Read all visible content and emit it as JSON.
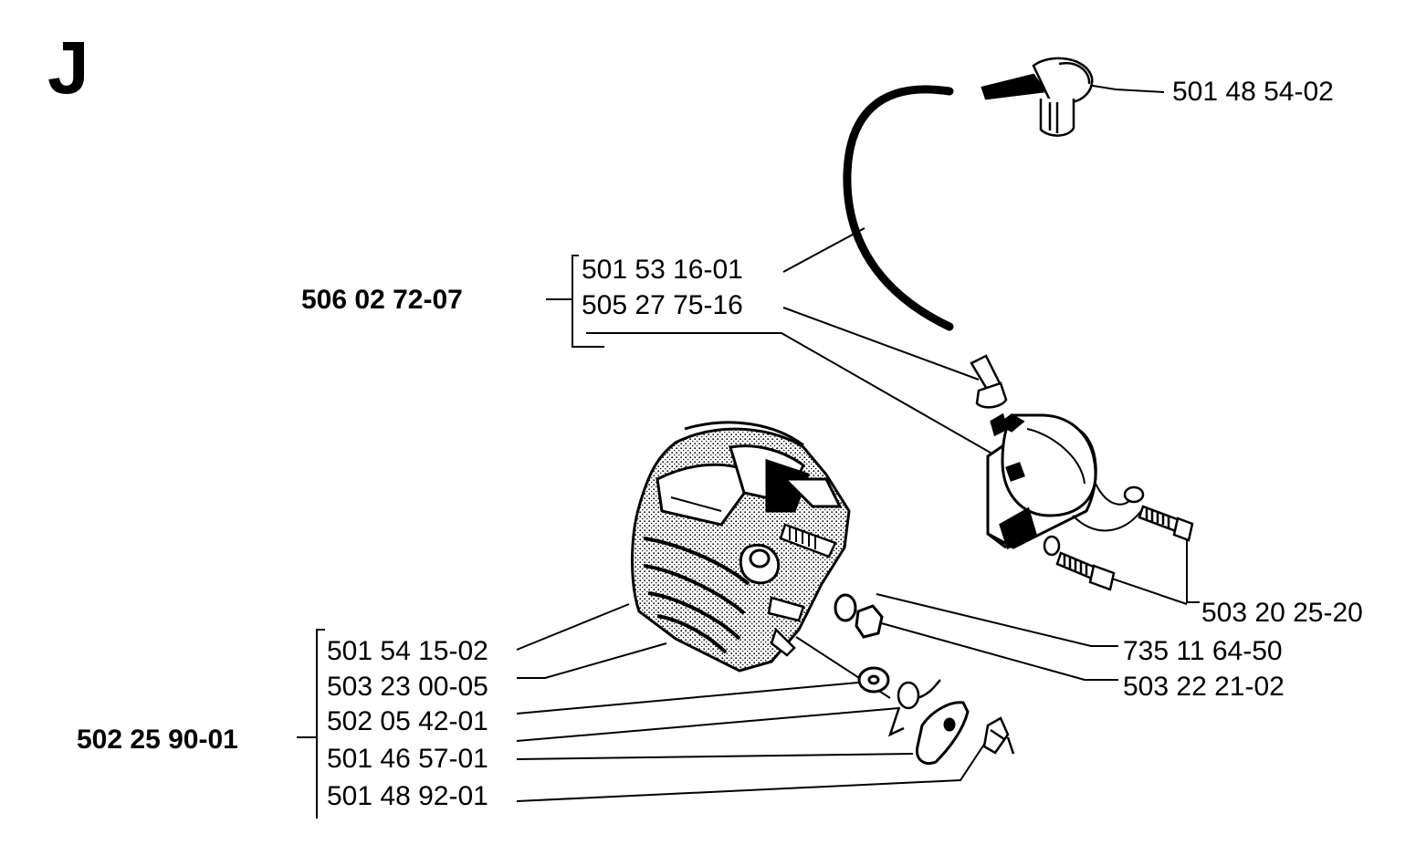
{
  "section_letter": "J",
  "assemblies": {
    "ignition_assembly": "506 02 72-07",
    "flywheel_assembly": "502 25 90-01"
  },
  "parts": {
    "spark_plug_cap": "501 48 54-02",
    "ignition_lead": "501 53 16-01",
    "lead_connector": "505 27 75-16",
    "coil_screws": "503 20 25-20",
    "washer": "735 11 64-50",
    "nut": "503 22 21-02",
    "flywheel": "501 54 15-02",
    "key": "503 23 00-05",
    "thrust_washer": "502 05 42-01",
    "spring": "501 46 57-01",
    "pawl": "501 48 92-01"
  }
}
